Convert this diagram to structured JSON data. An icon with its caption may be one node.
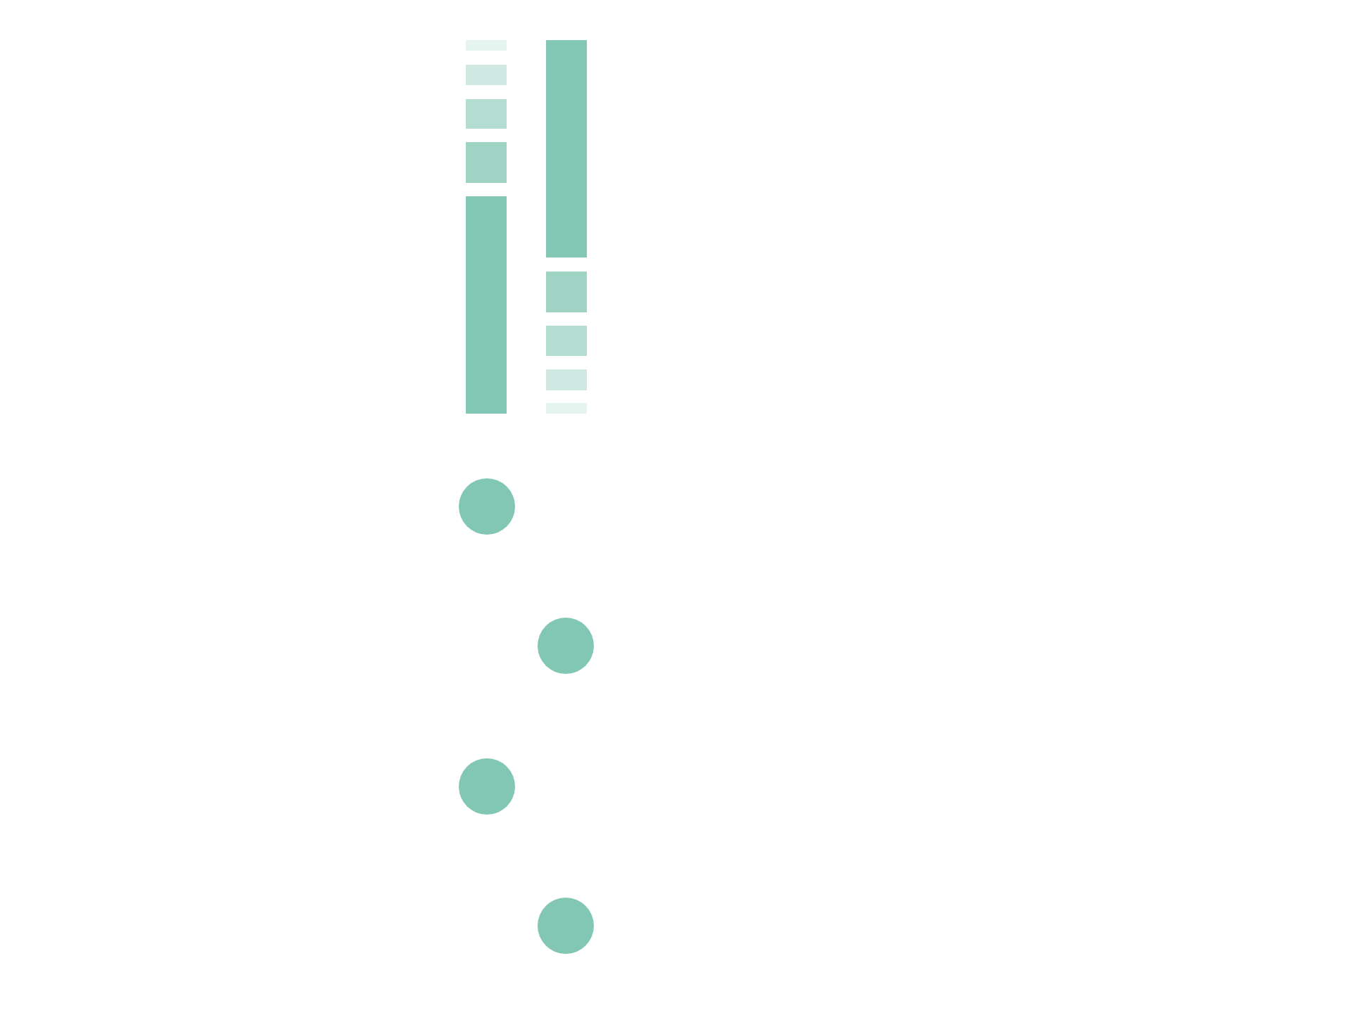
{
  "diagram": {
    "nodes": [
      {
        "text": [],
        "shape": "bar"
      },
      {
        "text": [],
        "shape": "bar"
      },
      {
        "text": [],
        "shape": "bar"
      },
      {
        "text": [],
        "shape": "bar"
      },
      {
        "text": [],
        "shape": "bar"
      },
      {
        "text": [],
        "shape": "bar"
      },
      {
        "text": [],
        "shape": "bar"
      },
      {
        "text": [],
        "shape": "bar"
      },
      {
        "text": [],
        "shape": "bar"
      },
      {
        "text": [],
        "shape": "bar"
      },
      {
        "text": [],
        "shape": "circle"
      },
      {
        "text": [],
        "shape": "circle"
      },
      {
        "text": [],
        "shape": "circle"
      },
      {
        "text": [],
        "shape": "circle"
      }
    ]
  }
}
